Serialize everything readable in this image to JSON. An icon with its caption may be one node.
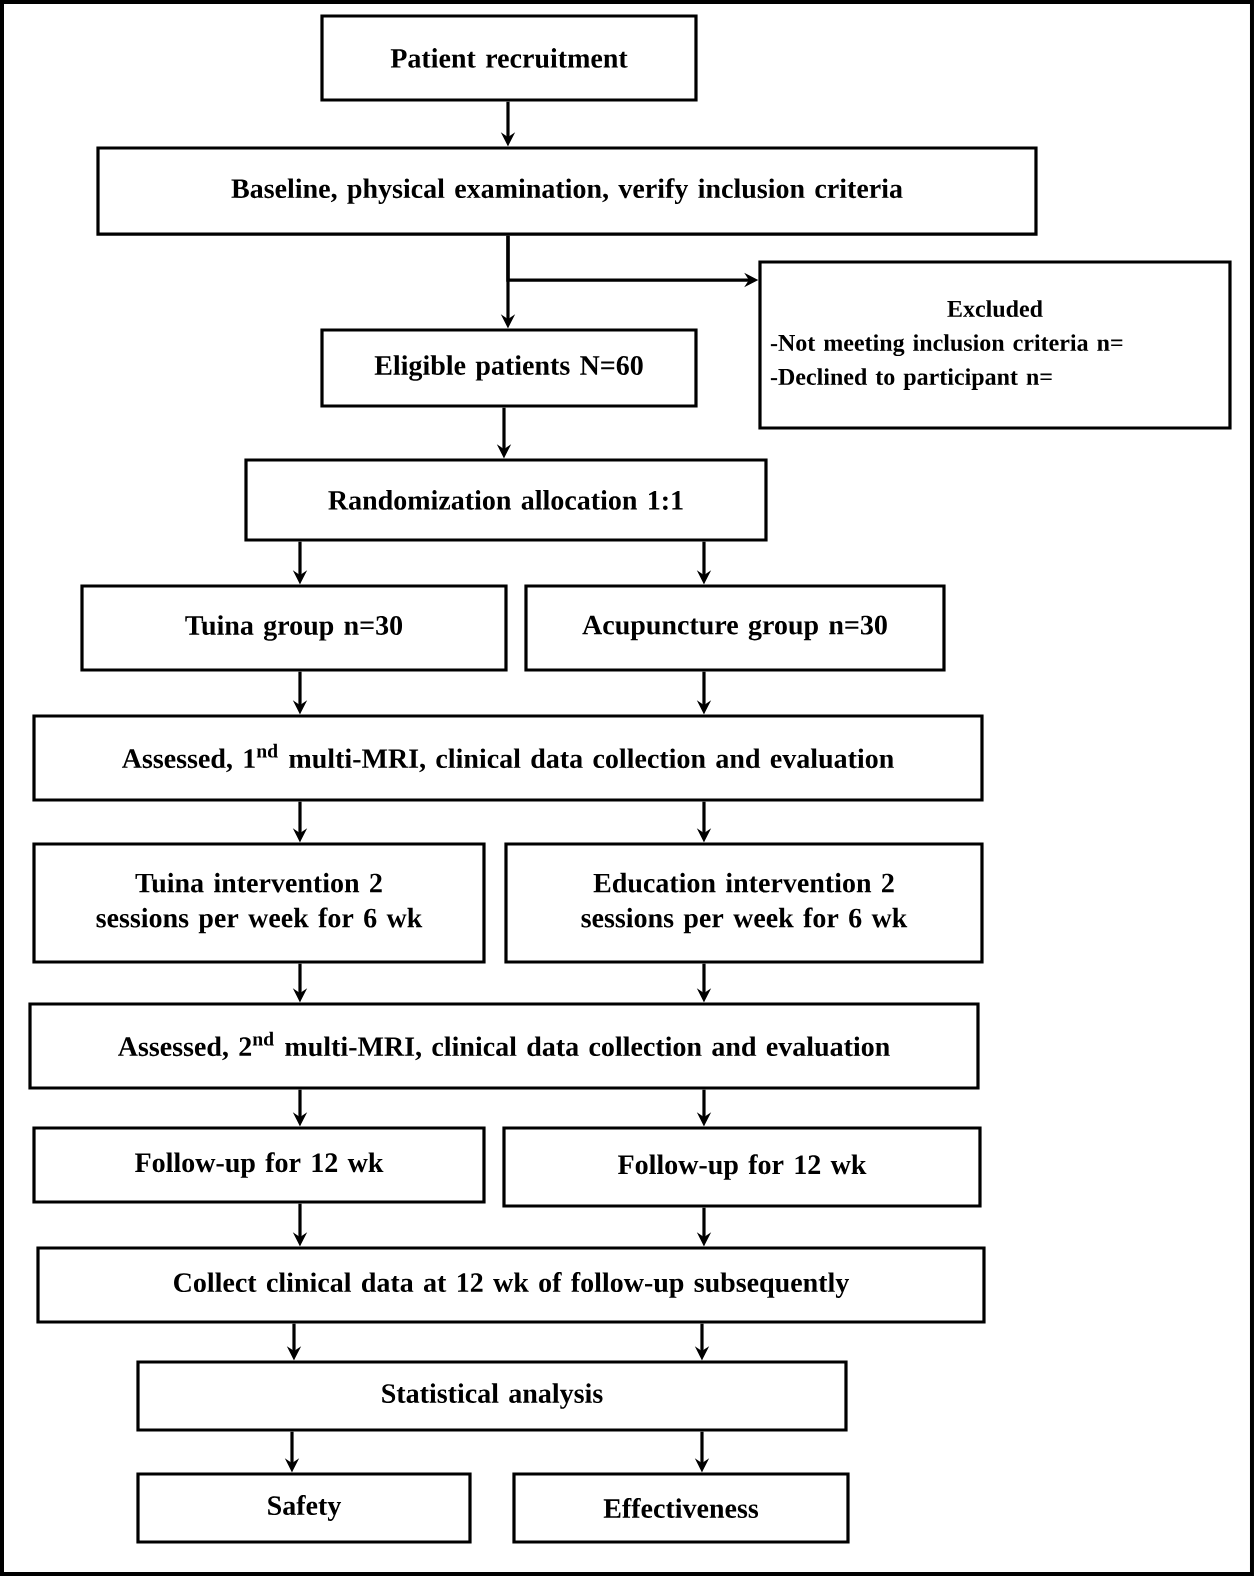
{
  "diagram": {
    "nodes": [
      {
        "text": [
          "Patient recruitment"
        ]
      },
      {
        "text": [
          "Baseline, physical examination, verify inclusion criteria"
        ]
      },
      {
        "text": [
          "Excluded",
          "-Not meeting inclusion criteria n=",
          "-Declined to participant n="
        ]
      },
      {
        "text": [
          "Eligible patients N=60"
        ]
      },
      {
        "text": [
          "Randomization allocation 1:1"
        ]
      },
      {
        "text": [
          "Tuina group n=30"
        ]
      },
      {
        "text": [
          "Acupuncture group n=30"
        ]
      },
      {
        "text": [
          "Assessed, 1$^{nd}$ multi-MRI, clinical data collection and evaluation"
        ]
      },
      {
        "text": [
          "Tuina intervention 2 sessions per week for 6 wk"
        ]
      },
      {
        "text": [
          "Education intervention 2 sessions per week for 6 wk"
        ]
      },
      {
        "text": [
          "Assessed, 2$^{nd}$ multi-MRI, clinical data collection and evaluation"
        ]
      },
      {
        "text": [
          "Follow-up for 12 wk"
        ]
      },
      {
        "text": [
          "Follow-up for 12 wk"
        ]
      },
      {
        "text": [
          "Collect clinical data at 12 wk of follow-up subsequently"
        ]
      },
      {
        "text": [
          "Statistical analysis"
        ]
      },
      {
        "text": [
          "Safety"
        ]
      },
      {
        "text": [
          "Effectiveness"
        ]
      }
    ],
    "edges": [
      {
        "from": 0,
        "to": 1,
        "arrow": "to"
      },
      {
        "from": 1,
        "to": 3,
        "arrow": "to"
      },
      {
        "from": 1,
        "to": 2,
        "arrow": "to"
      },
      {
        "from": 3,
        "to": 4,
        "arrow": "to"
      },
      {
        "from": 4,
        "to": 5,
        "arrow": "to"
      },
      {
        "from": 4,
        "to": 6,
        "arrow": "to"
      },
      {
        "from": 5,
        "to": 7,
        "arrow": "to"
      },
      {
        "from": 6,
        "to": 7,
        "arrow": "to"
      },
      {
        "from": 7,
        "to": 8,
        "arrow": "to"
      },
      {
        "from": 7,
        "to": 9,
        "arrow": "to"
      },
      {
        "from": 8,
        "to": 10,
        "arrow": "to"
      },
      {
        "from": 9,
        "to": 10,
        "arrow": "to"
      },
      {
        "from": 10,
        "to": 11,
        "arrow": "to"
      },
      {
        "from": 10,
        "to": 12,
        "arrow": "to"
      },
      {
        "from": 11,
        "to": 13,
        "arrow": "to"
      },
      {
        "from": 12,
        "to": 13,
        "arrow": "to"
      },
      {
        "from": 13,
        "to": 14,
        "arrow": "to"
      },
      {
        "from": 13,
        "to": 14,
        "arrow": "to"
      },
      {
        "from": 14,
        "to": 15,
        "arrow": "to"
      },
      {
        "from": 14,
        "to": 16,
        "arrow": "to"
      }
    ]
  }
}
